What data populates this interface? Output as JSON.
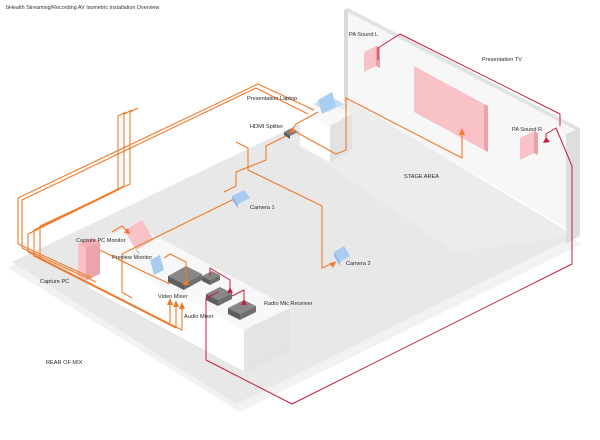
{
  "title": "bHealth Streaming/Recording AV Isometric Installation Overview",
  "labels": {
    "pa_sound_l": "PA Sound L",
    "presentation_tv": "Presentation TV",
    "presentation_laptop": "Presentation Laptop",
    "hdmi_splitter": "HDMI Splitter",
    "pa_sound_r": "PA Sound R",
    "stage_area": "STAGE AREA",
    "camera_1": "Camera 1",
    "capture_pc_monitor": "Capture PC Monitor",
    "preview_monitor": "Preview Monitor",
    "camera_2": "Camera 2",
    "capture_pc": "Capture PC",
    "video_mixer": "Video Mixer",
    "radio_mic_receiver": "Radio Mic Receiver",
    "audio_mixer": "Audio Mixer",
    "rear_of_mix": "REAR OF MIX"
  },
  "colors": {
    "video_cable": "#f07a2a",
    "audio_cable": "#c81e3c",
    "display_device": "#f9c2c6",
    "camera_device": "#a9cdf0",
    "mixer_device": "#6f6f6f",
    "floor": "#e8e8e8"
  }
}
